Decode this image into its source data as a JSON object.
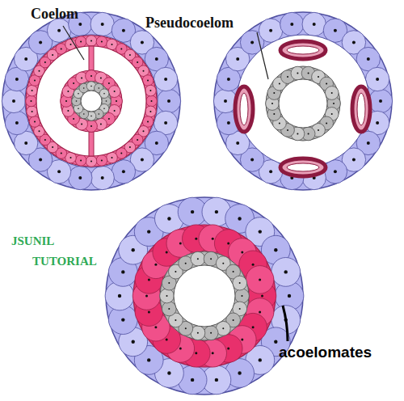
{
  "diagram": {
    "labels": [
      "Coelom",
      "Pseudocoelom",
      "JSUNIL TUTORIAL",
      "acoelomates"
    ]
  }
}
